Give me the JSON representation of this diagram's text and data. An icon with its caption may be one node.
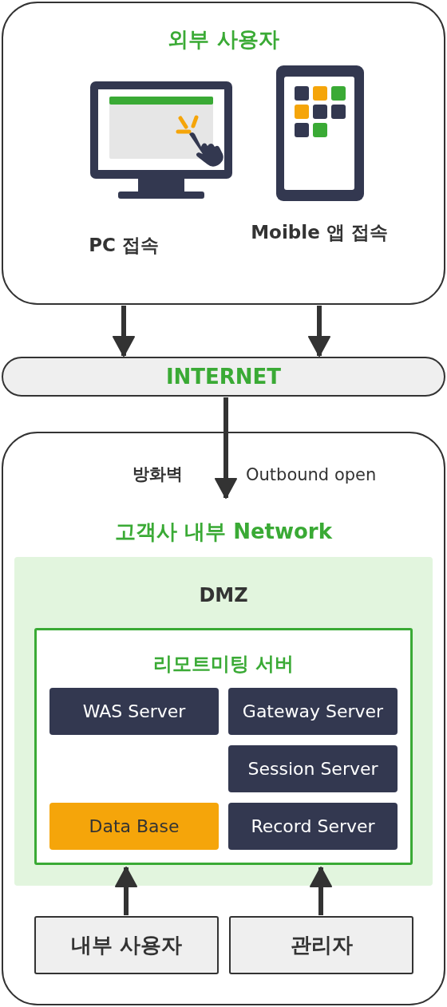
{
  "diagram": {
    "nodes": [
      {
        "text": [
          "외부 사용자"
        ]
      },
      {
        "text": [
          "PC 접속"
        ],
        "in": 0
      },
      {
        "text": [
          "Moible 앱 접속"
        ],
        "in": 0
      },
      {
        "text": [
          "INTERNET"
        ]
      },
      {
        "text": [
          "고객사 내부 Network"
        ]
      },
      {
        "text": [
          "DMZ"
        ],
        "in": 4
      },
      {
        "text": [
          "리모트미팅 서버"
        ],
        "in": 5
      },
      {
        "text": [
          "WAS Server"
        ],
        "in": 6
      },
      {
        "text": [
          "Gateway Server"
        ],
        "in": 6
      },
      {
        "text": [
          "Session Server"
        ],
        "in": 6
      },
      {
        "text": [
          "Data Base"
        ],
        "in": 6
      },
      {
        "text": [
          "Record Server"
        ],
        "in": 6
      },
      {
        "text": [
          "내부 사용자"
        ],
        "in": 4
      },
      {
        "text": [
          "관리자"
        ],
        "in": 4
      }
    ],
    "edges": [
      {
        "from": 0,
        "to": 3,
        "arrow": "to"
      },
      {
        "from": 0,
        "to": 3,
        "arrow": "to"
      },
      {
        "from": 3,
        "to": 4,
        "arrow": "to",
        "label": "Outbound open"
      },
      {
        "from": 12,
        "to": 6,
        "arrow": "to"
      },
      {
        "from": 13,
        "to": 6,
        "arrow": "to"
      }
    ],
    "labels": [
      "방화벽"
    ]
  }
}
